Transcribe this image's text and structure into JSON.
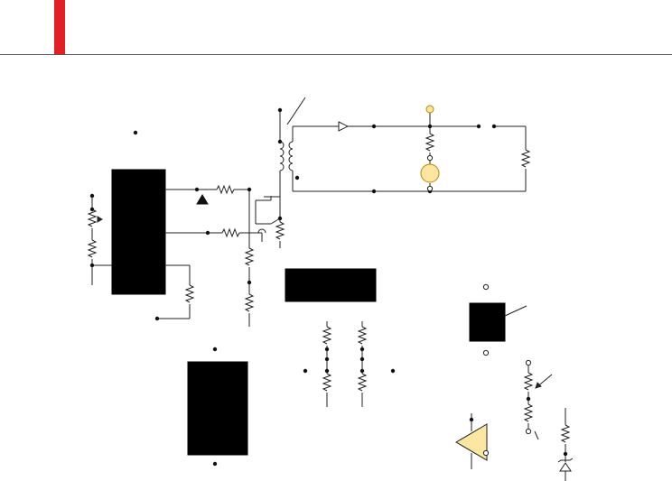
{
  "slide": {
    "title": "",
    "accent_color": "#e31e24"
  },
  "schematic": {
    "wire_color": "#222222",
    "block_color": "#000000",
    "lamp_fill": "#fbe6a2",
    "lamp_stroke": "#b8860b",
    "buffer_fill": "#fbe6a2",
    "components": [
      "ic-block-main",
      "ic-block-lower",
      "ic-block-center",
      "ic-block-small",
      "transformer",
      "opto-coupler",
      "pilot-lamp",
      "buffer-amplifier",
      "zener-diode",
      "potentiometer",
      "variable-resistor"
    ]
  }
}
